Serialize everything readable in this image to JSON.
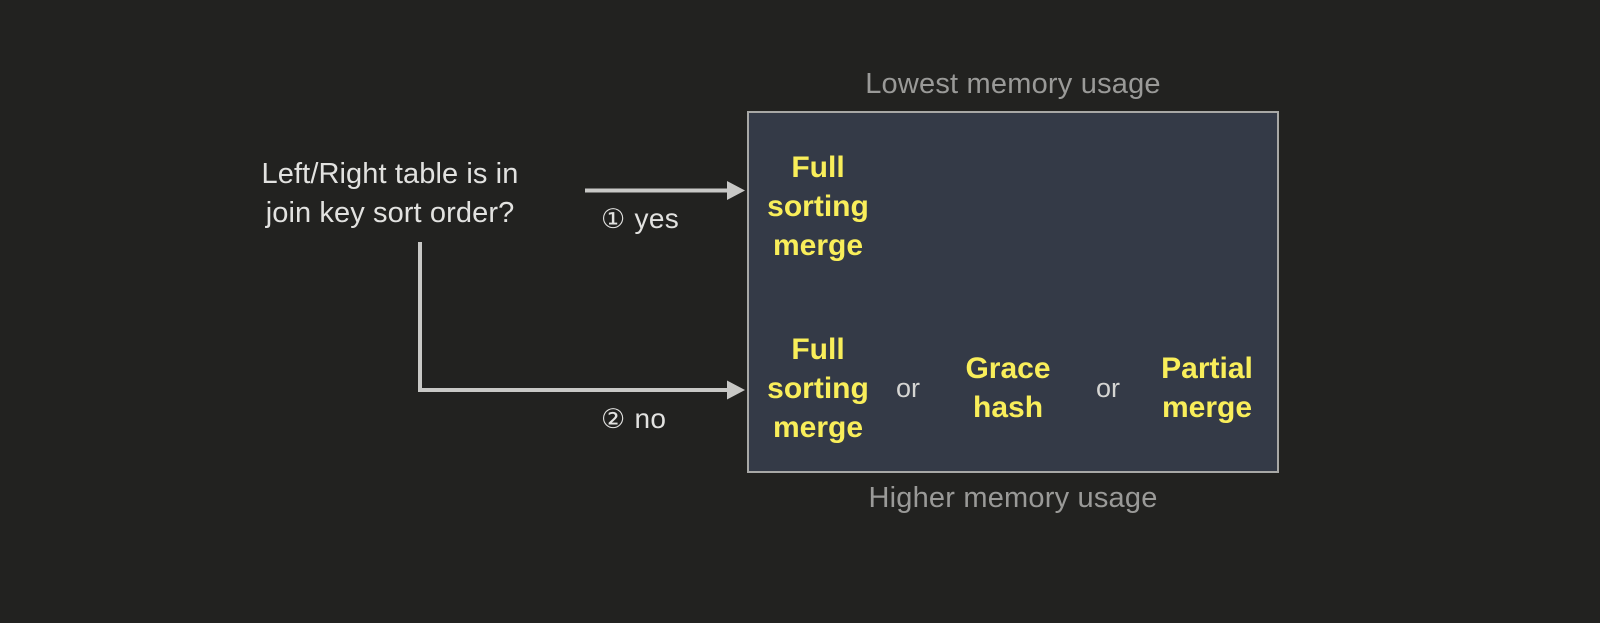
{
  "diagram": {
    "question": {
      "lines": [
        "Left/Right table is in",
        "join key sort order?"
      ]
    },
    "branches": [
      {
        "marker": "①",
        "label": "yes",
        "name": "yes"
      },
      {
        "marker": "②",
        "label": "no",
        "name": "no"
      }
    ],
    "panel": {
      "caption_top": "Lowest memory usage",
      "caption_bottom": "Higher memory usage",
      "separator": "or",
      "rows": [
        {
          "name": "sorted-input-options",
          "options": [
            "Full\nsorting\nmerge"
          ]
        },
        {
          "name": "unsorted-input-options",
          "options": [
            "Full\nsorting\nmerge",
            "Grace\nhash",
            "Partial\nmerge"
          ]
        }
      ]
    },
    "colors": {
      "background": "#222220",
      "panel_fill": "#343a47",
      "panel_border": "#a8a8a6",
      "option_text": "#f9ee5a",
      "body_text": "#e2e2e0",
      "caption_text": "#9a9a98",
      "connector": "#c8c8c6"
    }
  }
}
